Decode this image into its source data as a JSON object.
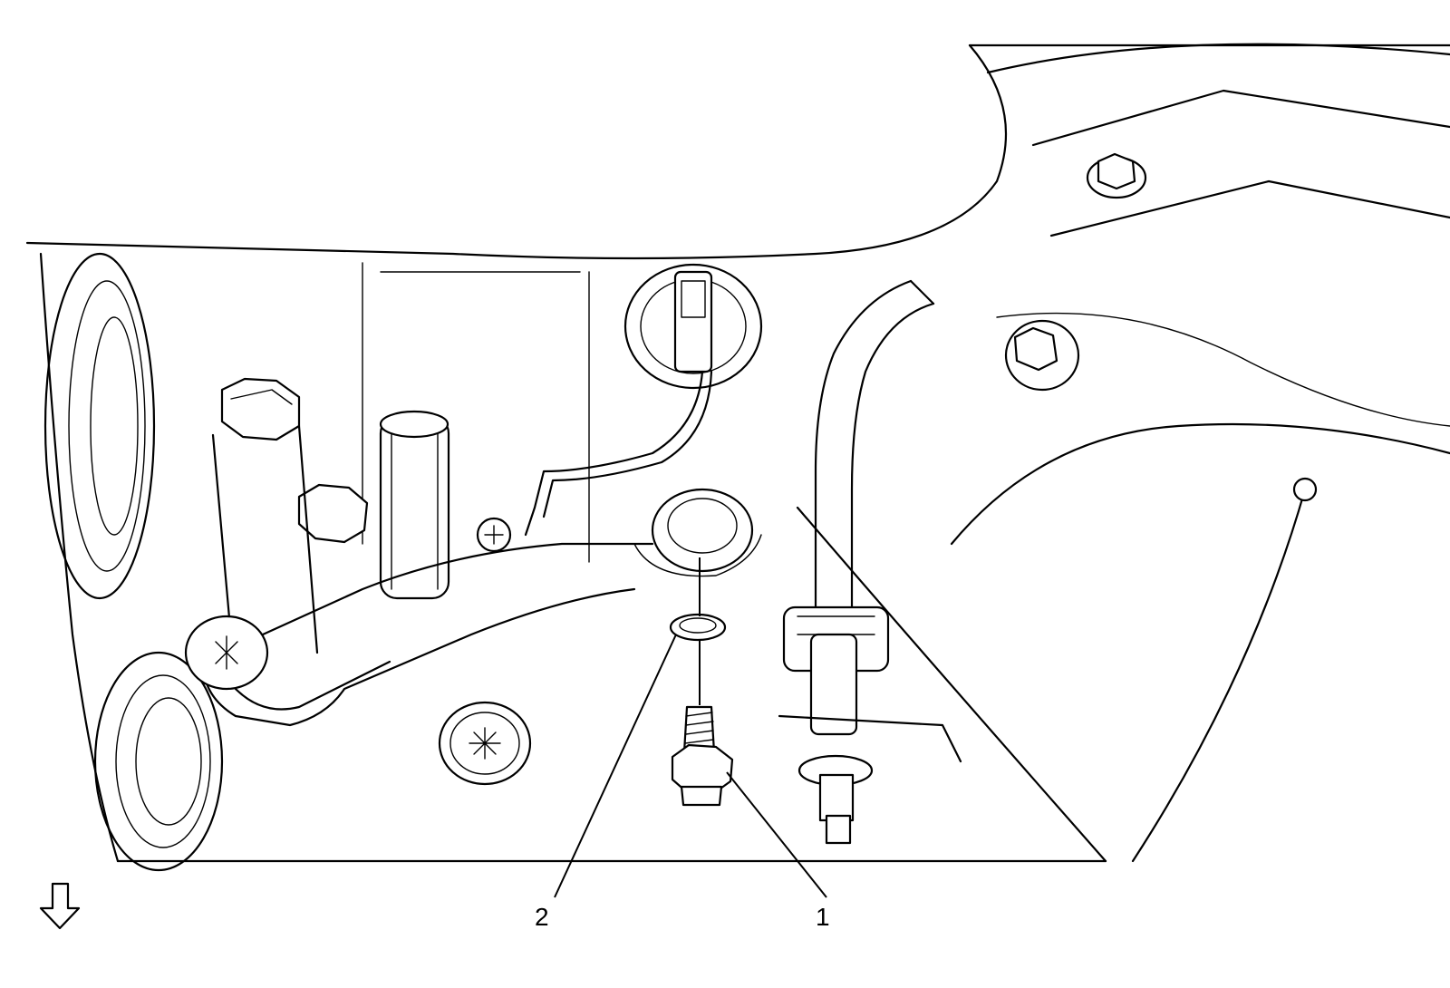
{
  "figure": {
    "view_indicator_icon": "arrow-down-outline-icon",
    "callouts": [
      {
        "id": "1",
        "label": "1"
      },
      {
        "id": "2",
        "label": "2"
      }
    ]
  }
}
